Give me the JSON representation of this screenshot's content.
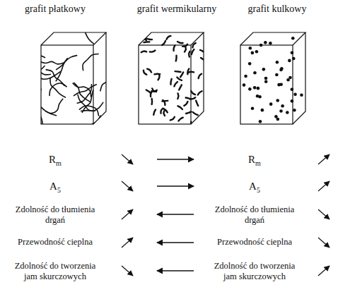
{
  "diagram": {
    "nodes": [
      {
        "text": [
          "grafit płatkowy"
        ]
      },
      {
        "text": [
          "grafit wermikularny"
        ]
      },
      {
        "text": [
          "grafit kulkowy"
        ]
      }
    ],
    "labels": [
      "Rm",
      "A5",
      "Zdolność do tłumienia drgań",
      "Przewodność cieplna",
      "Zdolność do tworzenia jam skurczowych",
      "Rm",
      "A5",
      "Zdolność do tłumienia drgań",
      "Przewodność cieplna",
      "Zdolność do tworzenia jam skurczowych"
    ]
  }
}
